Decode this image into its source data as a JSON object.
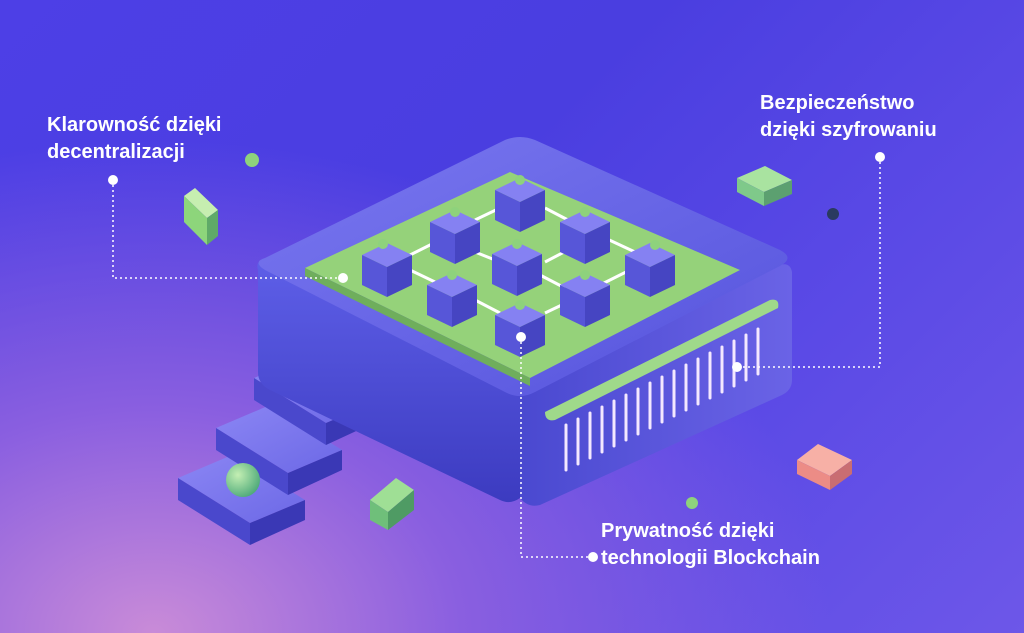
{
  "labels": {
    "decentralization": {
      "line1": "Klarowność dzięki",
      "line2": "decentralizacji"
    },
    "encryption": {
      "line1": "Bezpieczeństwo",
      "line2": "dzięki szyfrowaniu"
    },
    "privacy": {
      "line1": "Prywatność dzięki",
      "line2": "technologii Blockchain"
    }
  },
  "colors": {
    "platform": "#5b5fe6",
    "platform_dark": "#3f3fc4",
    "grid_green": "#95d27a",
    "cube": "#5d5ce0",
    "accent_green": "#7fd38a",
    "accent_pink": "#ef8c88",
    "glow": "#f4e8ff"
  }
}
